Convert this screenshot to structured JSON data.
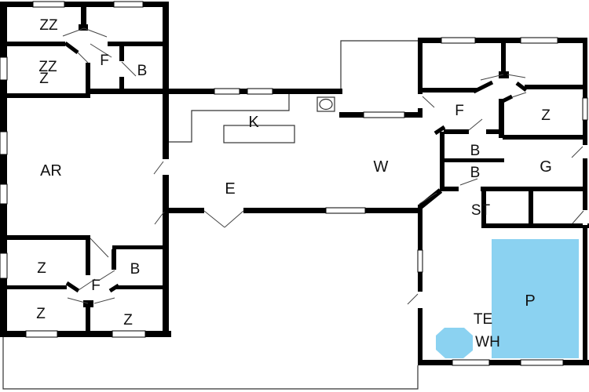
{
  "rooms": {
    "zz_top": {
      "label": "ZZ"
    },
    "zz_mid": {
      "label": "ZZ"
    },
    "z_mid": {
      "label": "Z"
    },
    "f_nw": {
      "label": "F"
    },
    "b_nw": {
      "label": "B"
    },
    "ar": {
      "label": "AR"
    },
    "z_sw1": {
      "label": "Z"
    },
    "b_sw": {
      "label": "B"
    },
    "f_sw": {
      "label": "F"
    },
    "z_sw2": {
      "label": "Z"
    },
    "z_sw3": {
      "label": "Z"
    },
    "k": {
      "label": "K"
    },
    "e": {
      "label": "E"
    },
    "w": {
      "label": "W"
    },
    "f_e": {
      "label": "F"
    },
    "z_e": {
      "label": "Z"
    },
    "b_e1": {
      "label": "B"
    },
    "b_e2": {
      "label": "B"
    },
    "g": {
      "label": "G"
    },
    "st": {
      "label": "ST"
    },
    "te": {
      "label": "TE"
    },
    "wh": {
      "label": "WH"
    },
    "p": {
      "label": "P"
    }
  },
  "colors": {
    "wall": "#000000",
    "pool": "#8BD2F1",
    "background": "#FFFFFF"
  }
}
